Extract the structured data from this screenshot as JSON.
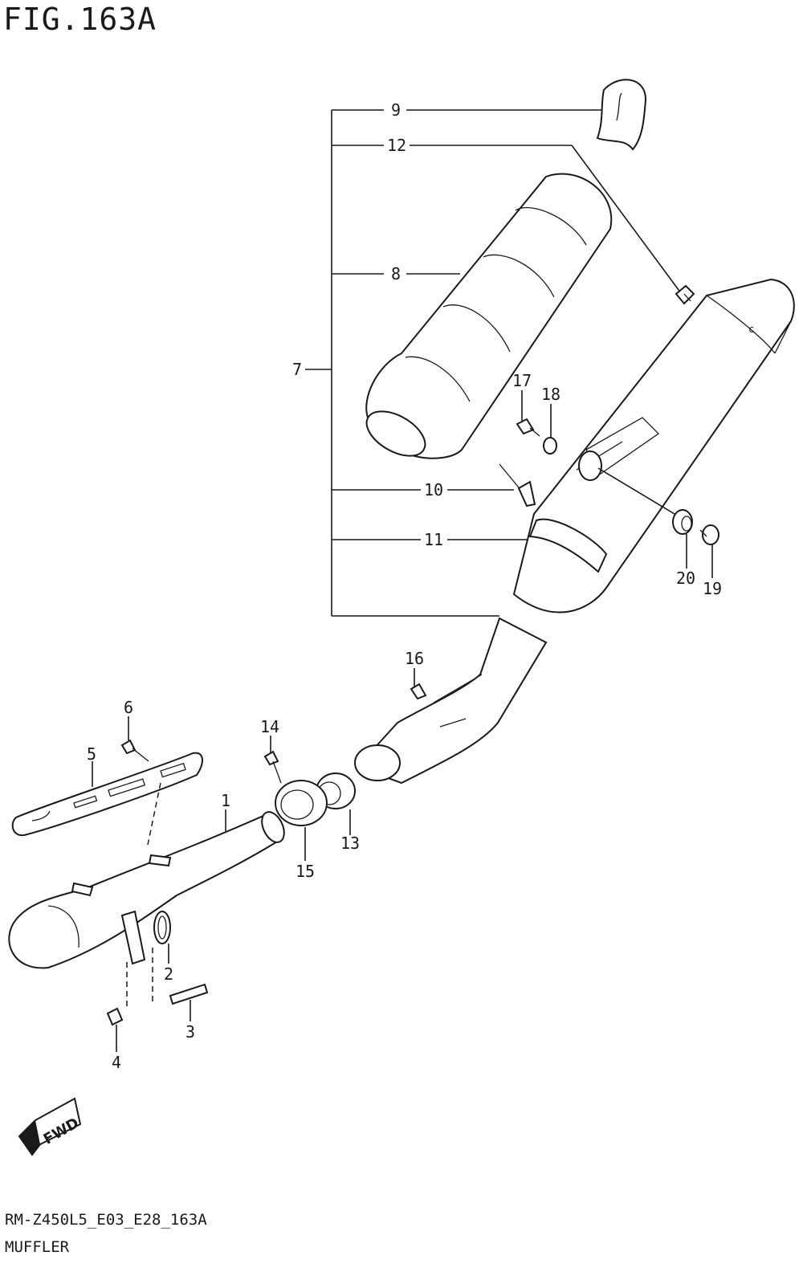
{
  "figure": {
    "title": "FIG.163A",
    "model_code": "RM-Z450L5_E03_E28_163A",
    "section_name": "MUFFLER"
  },
  "callouts": [
    "1",
    "2",
    "3",
    "4",
    "5",
    "6",
    "7",
    "8",
    "9",
    "10",
    "11",
    "12",
    "13",
    "14",
    "15",
    "16",
    "17",
    "18",
    "19",
    "20"
  ],
  "fwd_label": "FWD"
}
